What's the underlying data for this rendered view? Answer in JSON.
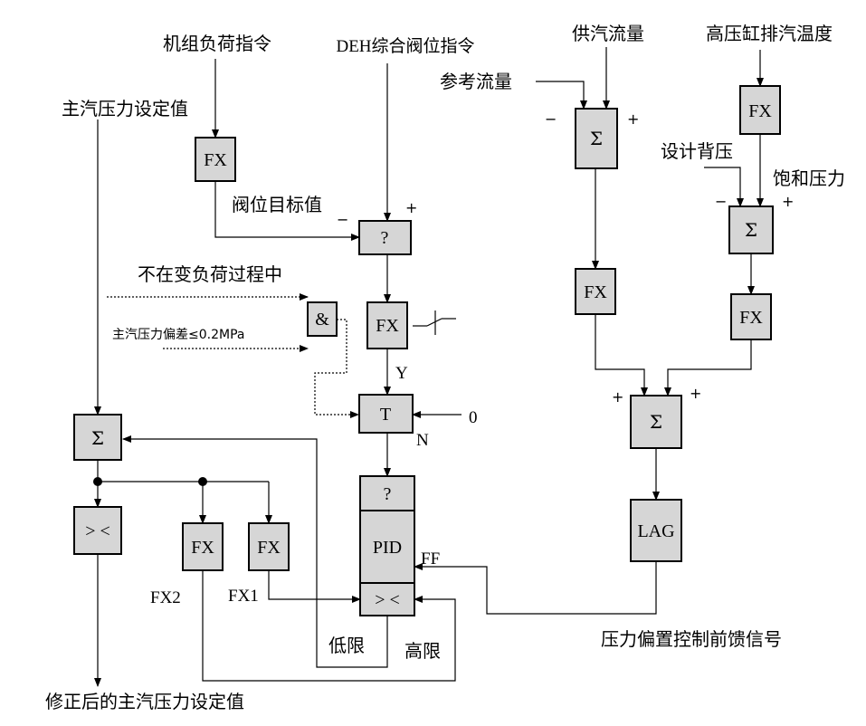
{
  "inputs": {
    "unit_load_command": "机组负荷指令",
    "deh_valve_command": "DEH综合阀位指令",
    "steam_supply_flow": "供汽流量",
    "hp_exhaust_temp": "高压缸排汽温度",
    "reference_flow": "参考流量",
    "main_pressure_setpoint": "主汽压力设定值",
    "design_back_pressure": "设计背压",
    "saturation_pressure": "饱和压力",
    "not_in_load_change": "不在变负荷过程中",
    "pressure_deviation": "主汽压力偏差≤0.2MPa",
    "zero": "0"
  },
  "labels": {
    "valve_target": "阀位目标值",
    "y": "Y",
    "n": "N",
    "ff": "FF",
    "fx1": "FX1",
    "fx2": "FX2",
    "low_limit": "低限",
    "high_limit": "高限",
    "feedforward_signal": "压力偏置控制前馈信号",
    "output": "修正后的主汽压力设定值"
  },
  "blocks": {
    "fx": "FX",
    "sum": "Σ",
    "compare": "?",
    "and": "&",
    "transfer": "T",
    "pid": "PID",
    "limiter": "> <",
    "lag": "LAG"
  },
  "signs": {
    "plus": "+",
    "minus": "−"
  }
}
